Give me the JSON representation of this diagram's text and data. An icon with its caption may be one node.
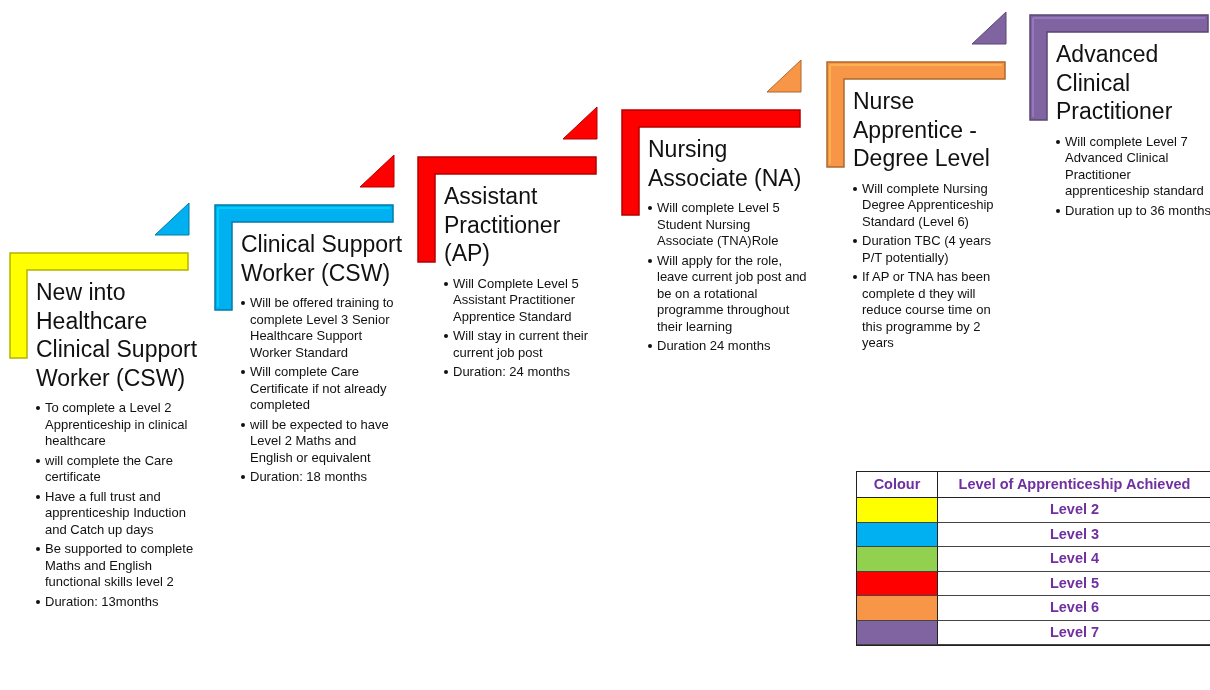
{
  "diagram": {
    "nodes": [
      {
        "text": [
          "New into Healthcare Clinical Support Worker (CSW)",
          "To complete a Level 2 Apprenticeship in clinical healthcare",
          "will complete the Care certificate",
          "Have a full trust and apprenticeship Induction and Catch up days",
          "Be supported to complete Maths and English functional skills level  2",
          "Duration: 13months"
        ]
      },
      {
        "text": [
          "Clinical Support Worker (CSW)",
          "Will be offered training to complete Level 3 Senior Healthcare Support Worker Standard",
          "Will complete Care Certificate if not already completed",
          "will be expected to have Level 2 Maths and English or equivalent",
          "Duration: 18 months"
        ]
      },
      {
        "text": [
          "Assistant Practitioner (AP)",
          "Will Complete Level 5 Assistant Practitioner Apprentice Standard",
          "Will stay in current their current job post",
          "Duration: 24 months"
        ]
      },
      {
        "text": [
          "Nursing Associate (NA)",
          "Will complete Level 5 Student Nursing Associate (TNA)Role",
          "Will apply for the role, leave current job post and be on a rotational programme throughout their learning",
          "Duration 24 months"
        ]
      },
      {
        "text": [
          "Nurse Apprentice - Degree Level",
          "Will complete Nursing Degree Apprenticeship Standard (Level 6)",
          "Duration TBC (4 years P/T potentially)",
          "If AP or TNA has been complete d they will reduce course time on this programme by 2 years"
        ]
      },
      {
        "text": [
          "Advanced Clinical Practitioner",
          "Will complete Level 7 Advanced Clinical Practitioner apprenticeship standard",
          "Duration up to 36 months"
        ]
      }
    ],
    "labels": [
      "Colour",
      "Level of Apprenticeship Achieved"
    ],
    "legend": [
      {
        "text": "Level 2",
        "color": "#ffff00"
      },
      {
        "text": "Level 3",
        "color": "#00b0f0"
      },
      {
        "text": "Level 4",
        "color": "#92d050"
      },
      {
        "text": "Level 5",
        "color": "#ff0000"
      },
      {
        "text": "Level 6",
        "color": "#f79646"
      },
      {
        "text": "Level 7",
        "color": "#8064a2"
      }
    ]
  }
}
